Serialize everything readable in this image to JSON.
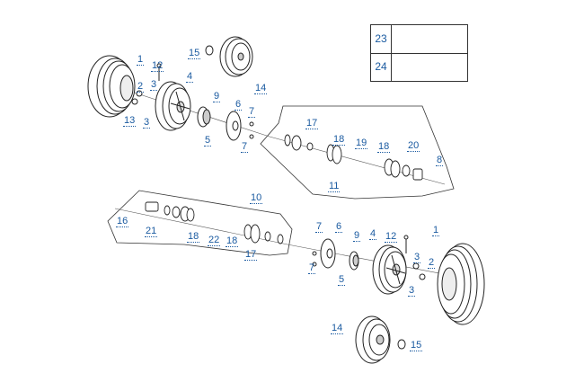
{
  "callouts": {
    "c1a": "1",
    "c2a": "2",
    "c3a": "3",
    "c3b": "3",
    "c4a": "4",
    "c5a": "5",
    "c6a": "6",
    "c7a": "7",
    "c7b": "7",
    "c8a": "8",
    "c9a": "9",
    "c11a": "11",
    "c12a": "12",
    "c13a": "13",
    "c14a": "14",
    "c15a": "15",
    "c17a": "17",
    "c18a": "18",
    "c18b": "18",
    "c19a": "19",
    "c20a": "20",
    "c10b": "10",
    "c16b": "16",
    "c21b": "21",
    "c18c": "18",
    "c22b": "22",
    "c18d": "18",
    "c17b": "17",
    "c7c": "7",
    "c6b": "6",
    "c9b": "9",
    "c4b": "4",
    "c12b": "12",
    "c1b": "1",
    "c7d": "7",
    "c3c": "3",
    "c2b": "2",
    "c5b": "5",
    "c3d": "3",
    "c14b": "14",
    "c15b": "15"
  },
  "legend": {
    "row1": "23",
    "row2": "24"
  }
}
